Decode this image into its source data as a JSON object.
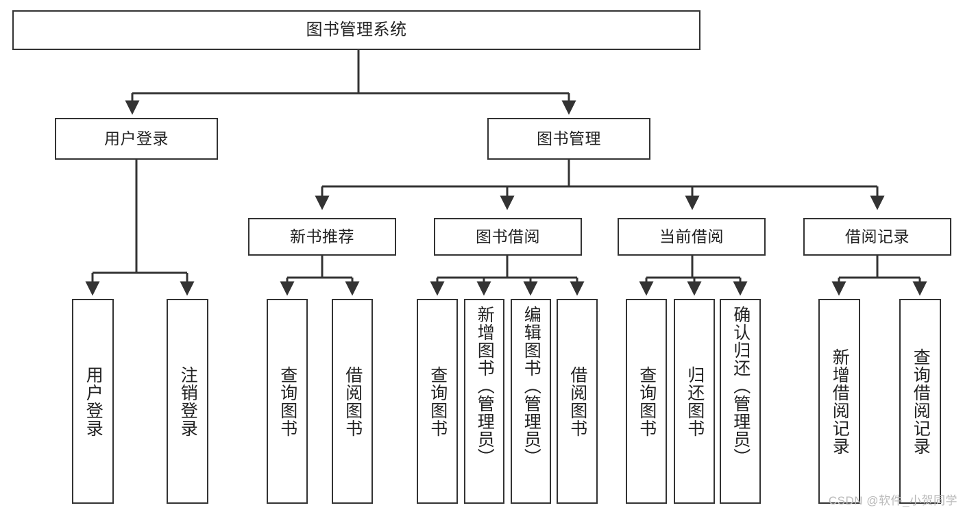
{
  "diagram": {
    "title": "图书管理系统",
    "watermark": "CSDN @软件_小贺同学",
    "colors": {
      "stroke": "#333333",
      "box_fill": "#ffffff",
      "text": "#222222",
      "background": "#ffffff",
      "watermark": "#b9b9b9"
    },
    "nodes": {
      "root": {
        "label": "图书管理系统"
      },
      "level2": [
        {
          "id": "user-login",
          "label": "用户登录"
        },
        {
          "id": "book-management",
          "label": "图书管理"
        }
      ],
      "level3": [
        {
          "id": "new-book-recommend",
          "label": "新书推荐"
        },
        {
          "id": "book-borrow",
          "label": "图书借阅"
        },
        {
          "id": "current-borrow",
          "label": "当前借阅"
        },
        {
          "id": "borrow-record",
          "label": "借阅记录"
        }
      ],
      "leaves": {
        "user_login": [
          {
            "id": "leaf-user-login",
            "label": "用户登录"
          },
          {
            "id": "leaf-logout-login",
            "label": "注销登录"
          }
        ],
        "new_book_recommend": [
          {
            "id": "leaf-query-book-1",
            "label": "查询图书"
          },
          {
            "id": "leaf-borrow-book-1",
            "label": "借阅图书"
          }
        ],
        "book_borrow": [
          {
            "id": "leaf-query-book-2",
            "label": "查询图书"
          },
          {
            "id": "leaf-add-book",
            "label": "新增图书（管理员）"
          },
          {
            "id": "leaf-edit-book",
            "label": "编辑图书（管理员）"
          },
          {
            "id": "leaf-borrow-book-2",
            "label": "借阅图书"
          }
        ],
        "current_borrow": [
          {
            "id": "leaf-query-book-3",
            "label": "查询图书"
          },
          {
            "id": "leaf-return-book",
            "label": "归还图书"
          },
          {
            "id": "leaf-confirm-return",
            "label": "确认归还（管理员）"
          }
        ],
        "borrow_record": [
          {
            "id": "leaf-add-record",
            "label": "新增借阅记录"
          },
          {
            "id": "leaf-query-record",
            "label": "查询借阅记录"
          }
        ]
      }
    }
  }
}
